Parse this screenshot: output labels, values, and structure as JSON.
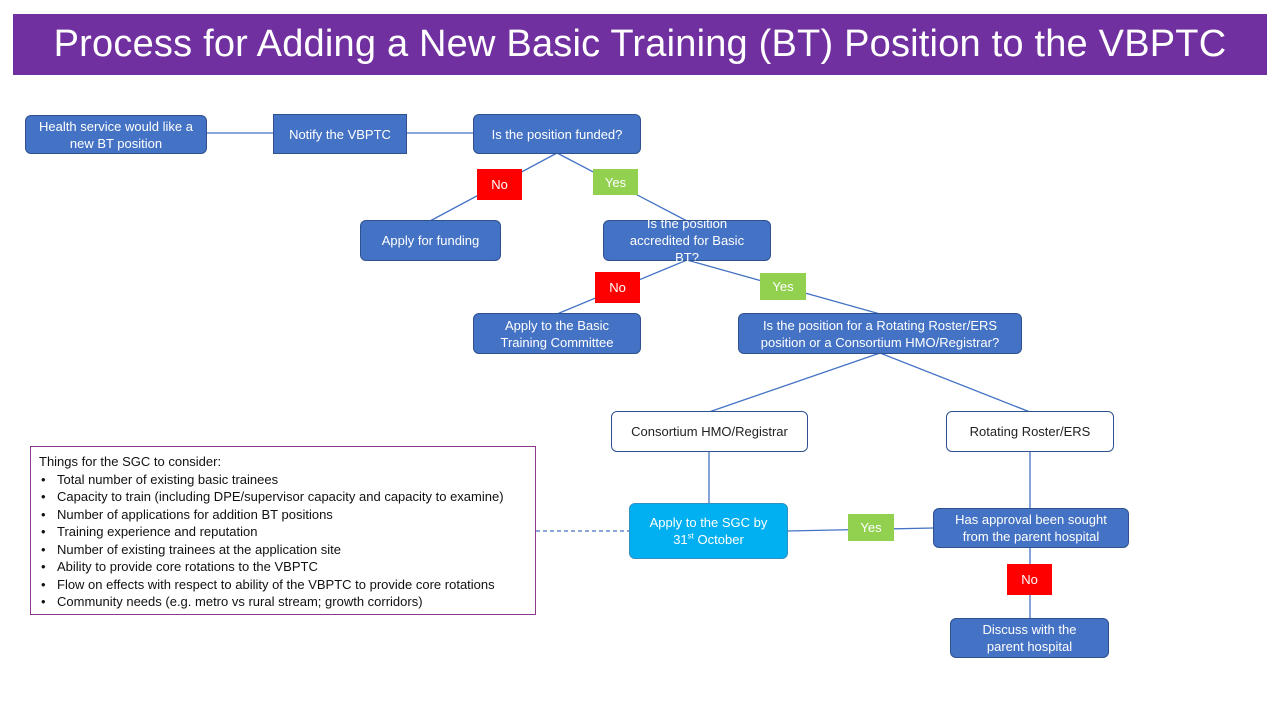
{
  "title": "Process for Adding a New Basic Training (BT) Position to the VBPTC",
  "nodes": {
    "health_service": "Health service would like a new BT position",
    "notify": "Notify the VBPTC",
    "funded_q": "Is the position funded?",
    "apply_funding": "Apply for funding",
    "accredited_q": "Is the position accredited for Basic BT?",
    "apply_btc": "Apply to the Basic Training Committee",
    "roster_q": "Is the position for a Rotating Roster/ERS position or a Consortium HMO/Registrar?",
    "consortium": "Consortium HMO/Registrar",
    "rotating": "Rotating Roster/ERS",
    "apply_sgc_line1": "Apply to the SGC by",
    "apply_sgc_day": "31",
    "apply_sgc_suffix": "st",
    "apply_sgc_month": "October",
    "approval_q": "Has approval been sought from the parent hospital",
    "discuss": "Discuss with the parent hospital"
  },
  "labels": {
    "no": "No",
    "yes": "Yes"
  },
  "considerations": {
    "heading": "Things for the SGC to consider:",
    "items": [
      "Total number of existing basic trainees",
      "Capacity to train (including DPE/supervisor capacity and capacity to examine)",
      "Number of applications for addition BT positions",
      "Training experience and reputation",
      "Number of existing trainees at the application site",
      "Ability to provide core rotations to the VBPTC",
      "Flow on effects with respect to ability of the VBPTC to provide core rotations",
      "Community needs (e.g. metro vs rural stream; growth corridors)"
    ]
  },
  "colors": {
    "title_bg": "#7030a0",
    "node_blue": "#4472c4",
    "node_light_blue": "#00b0f0",
    "no_red": "#ff0000",
    "yes_green": "#92d050",
    "connector": "#4472c4",
    "notes_border": "#8b3a8b"
  }
}
